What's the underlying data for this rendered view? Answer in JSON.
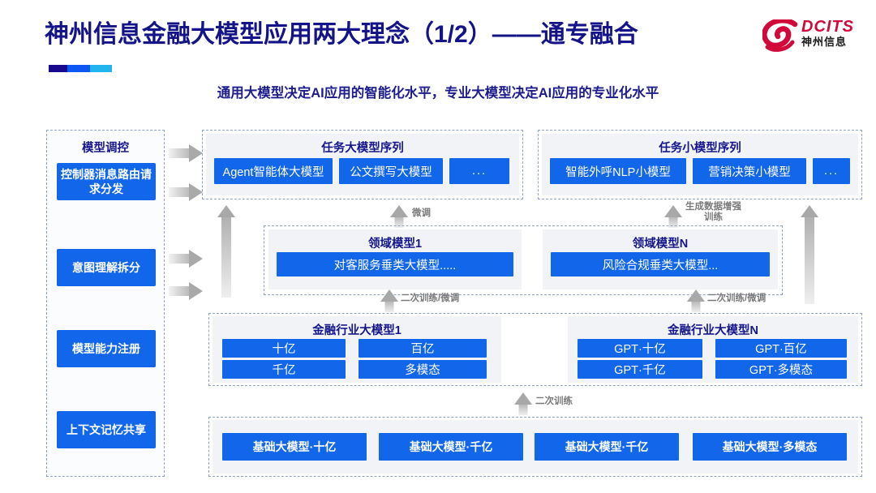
{
  "header": {
    "title": "神州信息金融大模型应用两大理念（1/2）——通专融合",
    "subtitle": "通用大模型决定AI应用的智能化水平，专业大模型决定AI应用的专业化水平",
    "logo": {
      "en": "DCITS",
      "cn": "神州信息",
      "mark": "swirl-logo-icon"
    }
  },
  "colors": {
    "brand_blue": "#1266ea",
    "title_navy": "#141488",
    "logo_red": "#d1083a",
    "panel_gray": "#f1f3f7",
    "dash_border": "#8fa3c8",
    "arrow_gray": "#a8a8a8"
  },
  "left_panel": {
    "title": "模型调控",
    "items": [
      {
        "label": "控制器消息路由请求分发"
      },
      {
        "label": "意图理解拆分"
      },
      {
        "label": "模型能力注册"
      },
      {
        "label": "上下文记忆共享"
      }
    ]
  },
  "row_task_models": {
    "left": {
      "title": "任务大模型序列",
      "chips": [
        "Agent智能体大模型",
        "公文撰写大模型",
        "..."
      ]
    },
    "right": {
      "title": "任务小模型序列",
      "chips": [
        "智能外呼NLP小模型",
        "营销决策小模型",
        "..."
      ]
    }
  },
  "row_domain_models": {
    "left": {
      "title": "领域模型1",
      "chips": [
        "对客服务垂类大模型....."
      ]
    },
    "right": {
      "title": "领域模型N",
      "chips": [
        "风险合规垂类大模型..."
      ]
    }
  },
  "row_industry_models": {
    "left": {
      "title": "金融行业大模型1",
      "chips": [
        "十亿",
        "百亿",
        "千亿",
        "多模态"
      ]
    },
    "right": {
      "title": "金融行业大模型N",
      "chips": [
        "GPT·十亿",
        "GPT·百亿",
        "GPT·千亿",
        "GPT·多模态"
      ]
    }
  },
  "row_base_models": {
    "chips": [
      "基础大模型·十亿",
      "基础大模型·千亿",
      "基础大模型·千亿",
      "基础大模型·多模态"
    ]
  },
  "arrow_labels": {
    "finetune": "微调",
    "data_aug": "生成数据增强\n训练",
    "data_aug_line1": "生成数据增强",
    "data_aug_line2": "训练",
    "retrain_finetune_left": "二次训练/微调",
    "retrain_finetune_right": "二次训练/微调",
    "retrain": "二次训练"
  }
}
